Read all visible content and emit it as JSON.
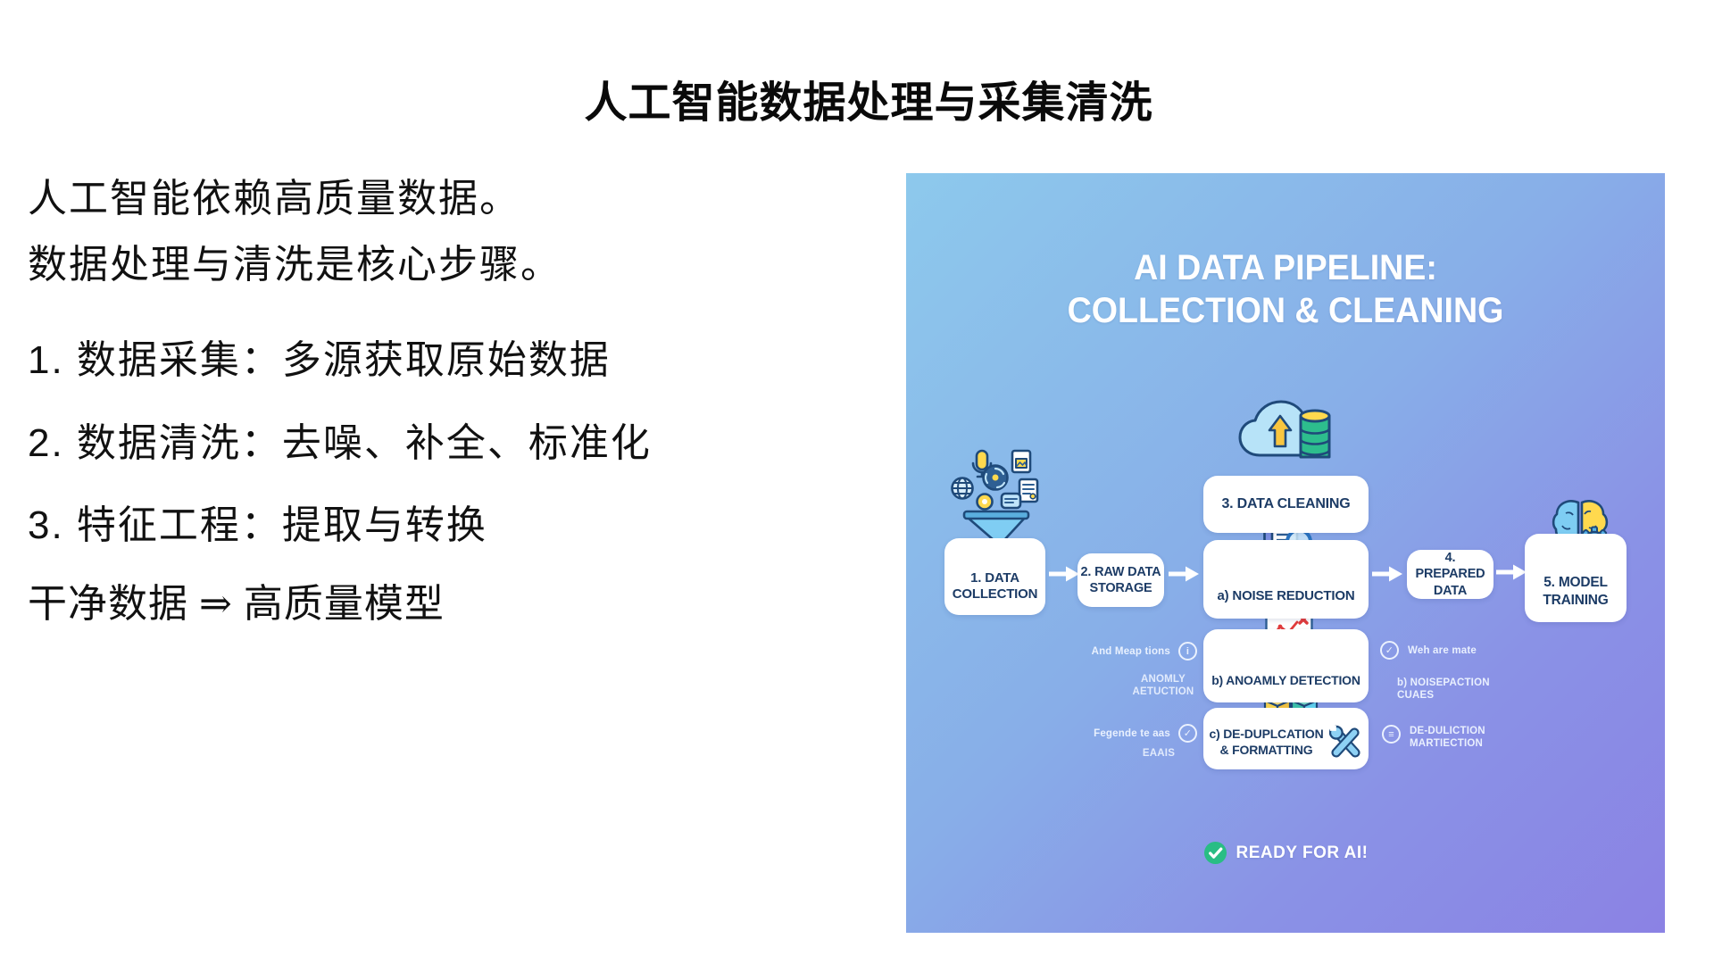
{
  "page": {
    "title": "人工智能数据处理与采集清洗",
    "background_color": "#ffffff"
  },
  "notes": [
    {
      "text": "人工智能依赖高质量数据。"
    },
    {
      "text": "数据处理与清洗是核心步骤。"
    },
    {
      "text": "1. 数据采集：多源获取原始数据"
    },
    {
      "text": "2. 数据清洗：去噪、补全、标准化"
    },
    {
      "text": "3. 特征工程：提取与转换"
    },
    {
      "text": "干净数据 ⇒ 高质量模型"
    }
  ],
  "infographic": {
    "title_line1": "AI DATA PIPELINE:",
    "title_line2": "COLLECTION & CLEANING",
    "steps": {
      "s1": "1. DATA COLLECTION",
      "s2": "2. RAW DATA STORAGE",
      "s3": "3. DATA CLEANING",
      "s3a": "a) NOISE REDUCTION",
      "s3b": "b) ANOAMLY DETECTION",
      "s3c_line1": "c) DE-DUPLCATION",
      "s3c_line2": "& FORMATTING",
      "s4": "4. PREPARED DATA",
      "s5": "5. MODEL TRAINING"
    },
    "left_notes": {
      "n1": "And Meap tions",
      "n2_line1": "ANOMLY",
      "n2_line2": "AETUCTION",
      "n3": "Fegende te aas",
      "n4": "EAAIS"
    },
    "right_notes": {
      "n1": "Weh are mate",
      "n2_line1": "b) NOISEPACTION",
      "n2_line2": "CUAES",
      "n3_line1": "DE-DULICTION",
      "n3_line2": "MARTIECTION"
    },
    "glyphs": {
      "info": "i",
      "check": "✓",
      "list": "≡"
    },
    "footer_text": "READY FOR AI!",
    "colors": {
      "gradient_top_left": "#8dc9ec",
      "gradient_bottom_right": "#8b82e4",
      "node_text": "#1d3c66",
      "node_background": "#ffffff",
      "annotation_text": "#eef4ff",
      "ready_green": "#29bd84",
      "icon_yellow": "#ffd94e",
      "icon_blue": "#7ecdf3",
      "icon_green": "#2dbd8d",
      "icon_red": "#e23b3b"
    },
    "icons": [
      "data-collection-funnel-icon",
      "cloud-upload-database-icon",
      "noise-reduction-magnifier-icon",
      "anomaly-chart-icon",
      "deduplication-cubes-icon",
      "tools-icon",
      "brain-gear-icon",
      "info-circle-icon",
      "check-circle-icon",
      "list-circle-icon",
      "ready-check-icon"
    ]
  }
}
